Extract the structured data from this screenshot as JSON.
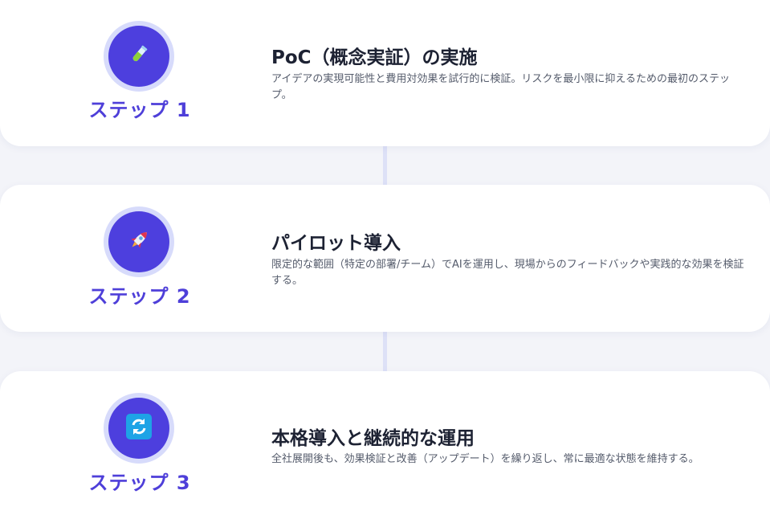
{
  "steps": [
    {
      "label": "ステップ 1",
      "title": "PoC（概念実証）の実施",
      "description": "アイデアの実現可能性と費用対効果を試行的に検証。リスクを最小限に抑えるための最初のステップ。",
      "icon": "test-tube-icon"
    },
    {
      "label": "ステップ 2",
      "title": "パイロット導入",
      "description": "限定的な範囲（特定の部署/チーム）でAIを運用し、現場からのフィードバックや実践的な効果を検証する。",
      "icon": "rocket-icon"
    },
    {
      "label": "ステップ 3",
      "title": "本格導入と継続的な運用",
      "description": "全社展開後も、効果検証と改善（アップデート）を繰り返し、常に最適な状態を維持する。",
      "icon": "refresh-icon"
    }
  ],
  "colors": {
    "accent": "#4d3fde",
    "ring": "#d7dbfb",
    "background": "#f3f4f9",
    "connector": "#dde1f7"
  }
}
